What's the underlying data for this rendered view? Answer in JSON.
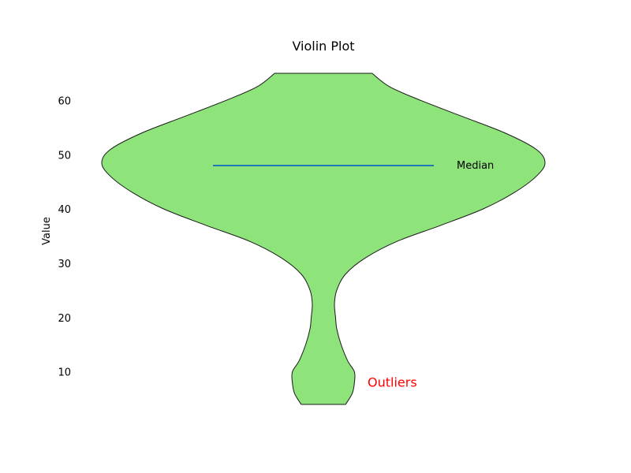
{
  "chart_data": {
    "type": "violin",
    "title": "Violin Plot",
    "xlabel": "",
    "ylabel": "Value",
    "ylim": [
      0,
      70
    ],
    "yticks": [
      10,
      20,
      30,
      40,
      50,
      60
    ],
    "grid": false,
    "violin": {
      "color": "#8ee37a",
      "edge_color": "#1a1a1a",
      "min": 4,
      "max": 65,
      "median": 48,
      "density_profile": [
        {
          "y": 4,
          "w": 0.1
        },
        {
          "y": 6,
          "w": 0.13
        },
        {
          "y": 8,
          "w": 0.14
        },
        {
          "y": 10,
          "w": 0.14
        },
        {
          "y": 12,
          "w": 0.11
        },
        {
          "y": 15,
          "w": 0.08
        },
        {
          "y": 18,
          "w": 0.06
        },
        {
          "y": 20,
          "w": 0.055
        },
        {
          "y": 22.5,
          "w": 0.05
        },
        {
          "y": 25,
          "w": 0.06
        },
        {
          "y": 28,
          "w": 0.1
        },
        {
          "y": 31,
          "w": 0.19
        },
        {
          "y": 34,
          "w": 0.33
        },
        {
          "y": 37,
          "w": 0.53
        },
        {
          "y": 40,
          "w": 0.72
        },
        {
          "y": 43,
          "w": 0.86
        },
        {
          "y": 46,
          "w": 0.96
        },
        {
          "y": 48.5,
          "w": 1.0
        },
        {
          "y": 51,
          "w": 0.96
        },
        {
          "y": 54,
          "w": 0.82
        },
        {
          "y": 57,
          "w": 0.63
        },
        {
          "y": 60,
          "w": 0.44
        },
        {
          "y": 62.5,
          "w": 0.3
        },
        {
          "y": 65,
          "w": 0.22
        }
      ]
    },
    "median_line_color": "#1f77b4",
    "annotations": [
      {
        "id": "median",
        "text": "Median",
        "y": 48,
        "color": "#000000"
      },
      {
        "id": "outliers",
        "text": "Outliers",
        "y": 8,
        "color": "#ff0000"
      }
    ]
  }
}
